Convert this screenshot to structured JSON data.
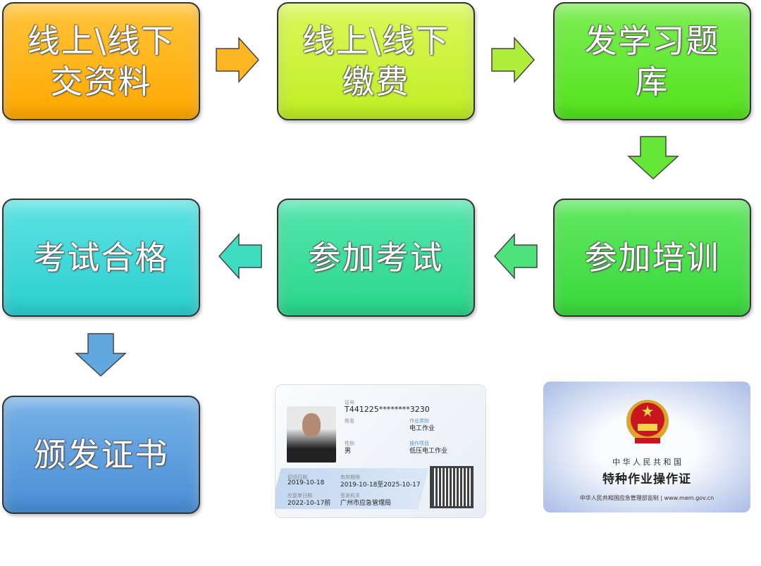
{
  "steps": [
    {
      "label": "线上\\线下\n交资料",
      "color": "#FFB20A"
    },
    {
      "label": "线上\\线下\n缴费",
      "color": "#CCF23A"
    },
    {
      "label": "发学习题\n库",
      "color": "#62E832"
    },
    {
      "label": "参加培训",
      "color": "#47E04A"
    },
    {
      "label": "参加考试",
      "color": "#38DC98"
    },
    {
      "label": "考试合格",
      "color": "#40D6D8"
    },
    {
      "label": "颁发证书",
      "color": "#5C9EDC"
    }
  ],
  "id_card": {
    "id_label": "证号",
    "id_value": "T441225********3230",
    "name_label": "姓名",
    "category_label": "作业类别",
    "category_value": "电工作业",
    "gender_label": "性别",
    "gender_value": "男",
    "item_label": "操作项目",
    "item_value": "低压电工作业",
    "first_date_label": "初领日期",
    "first_date_value": "2019-10-18",
    "valid_label": "有效期限",
    "valid_value": "2019-10-18至2025-10-17",
    "review_label": "应复审日期",
    "review_value": "2022-10-17前",
    "issuer_label": "签发机关",
    "issuer_value": "广州市应急管理局"
  },
  "cover_card": {
    "country": "中 华 人 民 共 和 国",
    "title": "特种作业操作证",
    "footer": "中华人民共和国应急管理部监制 | www.mem.gov.cn"
  }
}
